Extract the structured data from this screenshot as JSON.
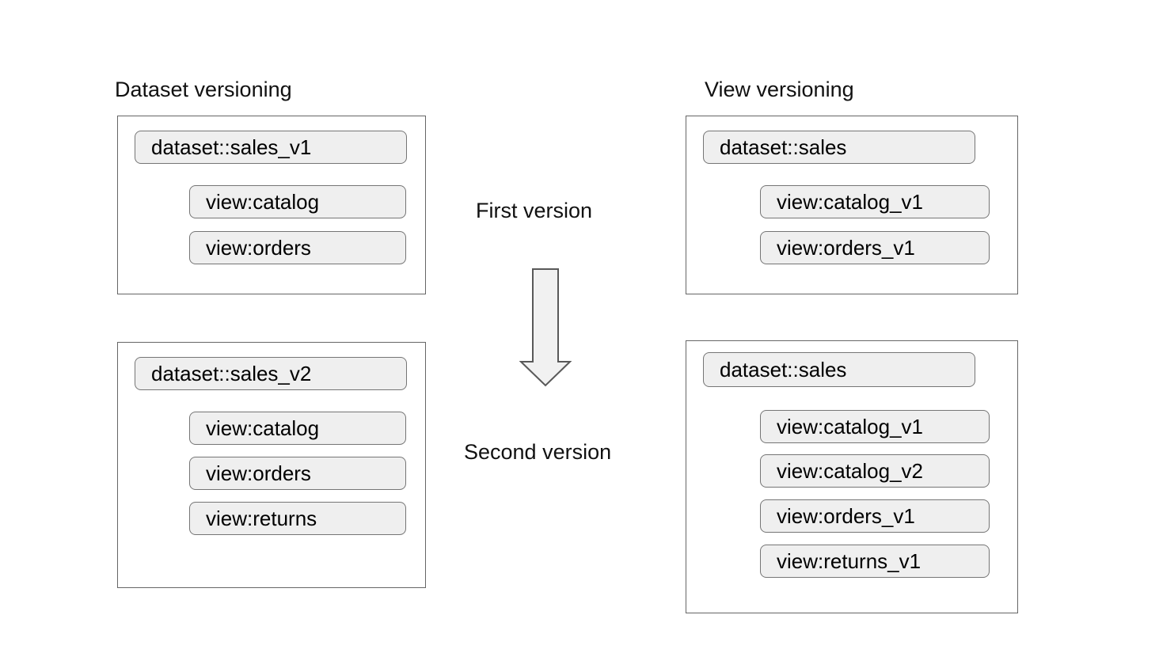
{
  "diagram": {
    "left_heading": "Dataset versioning",
    "right_heading": "View versioning",
    "middle": {
      "first_label": "First version",
      "second_label": "Second version",
      "arrow_icon": "down-arrow-icon"
    },
    "panels": [
      {
        "name": "dataset-versioning-first",
        "dataset": "dataset::sales_v1",
        "views": [
          "view:catalog",
          "view:orders"
        ]
      },
      {
        "name": "view-versioning-first",
        "dataset": "dataset::sales",
        "views": [
          "view:catalog_v1",
          "view:orders_v1"
        ]
      },
      {
        "name": "dataset-versioning-second",
        "dataset": "dataset::sales_v2",
        "views": [
          "view:catalog",
          "view:orders",
          "view:returns"
        ]
      },
      {
        "name": "view-versioning-second",
        "dataset": "dataset::sales",
        "views": [
          "view:catalog_v1",
          "view:catalog_v2",
          "view:orders_v1",
          "view:returns_v1"
        ]
      }
    ],
    "colors": {
      "background": "#ffffff",
      "pill_fill": "#efefef",
      "pill_border": "#757575",
      "panel_border": "#666666",
      "arrow_fill": "#f1f1f1",
      "arrow_border": "#595959",
      "text": "#000000"
    }
  }
}
